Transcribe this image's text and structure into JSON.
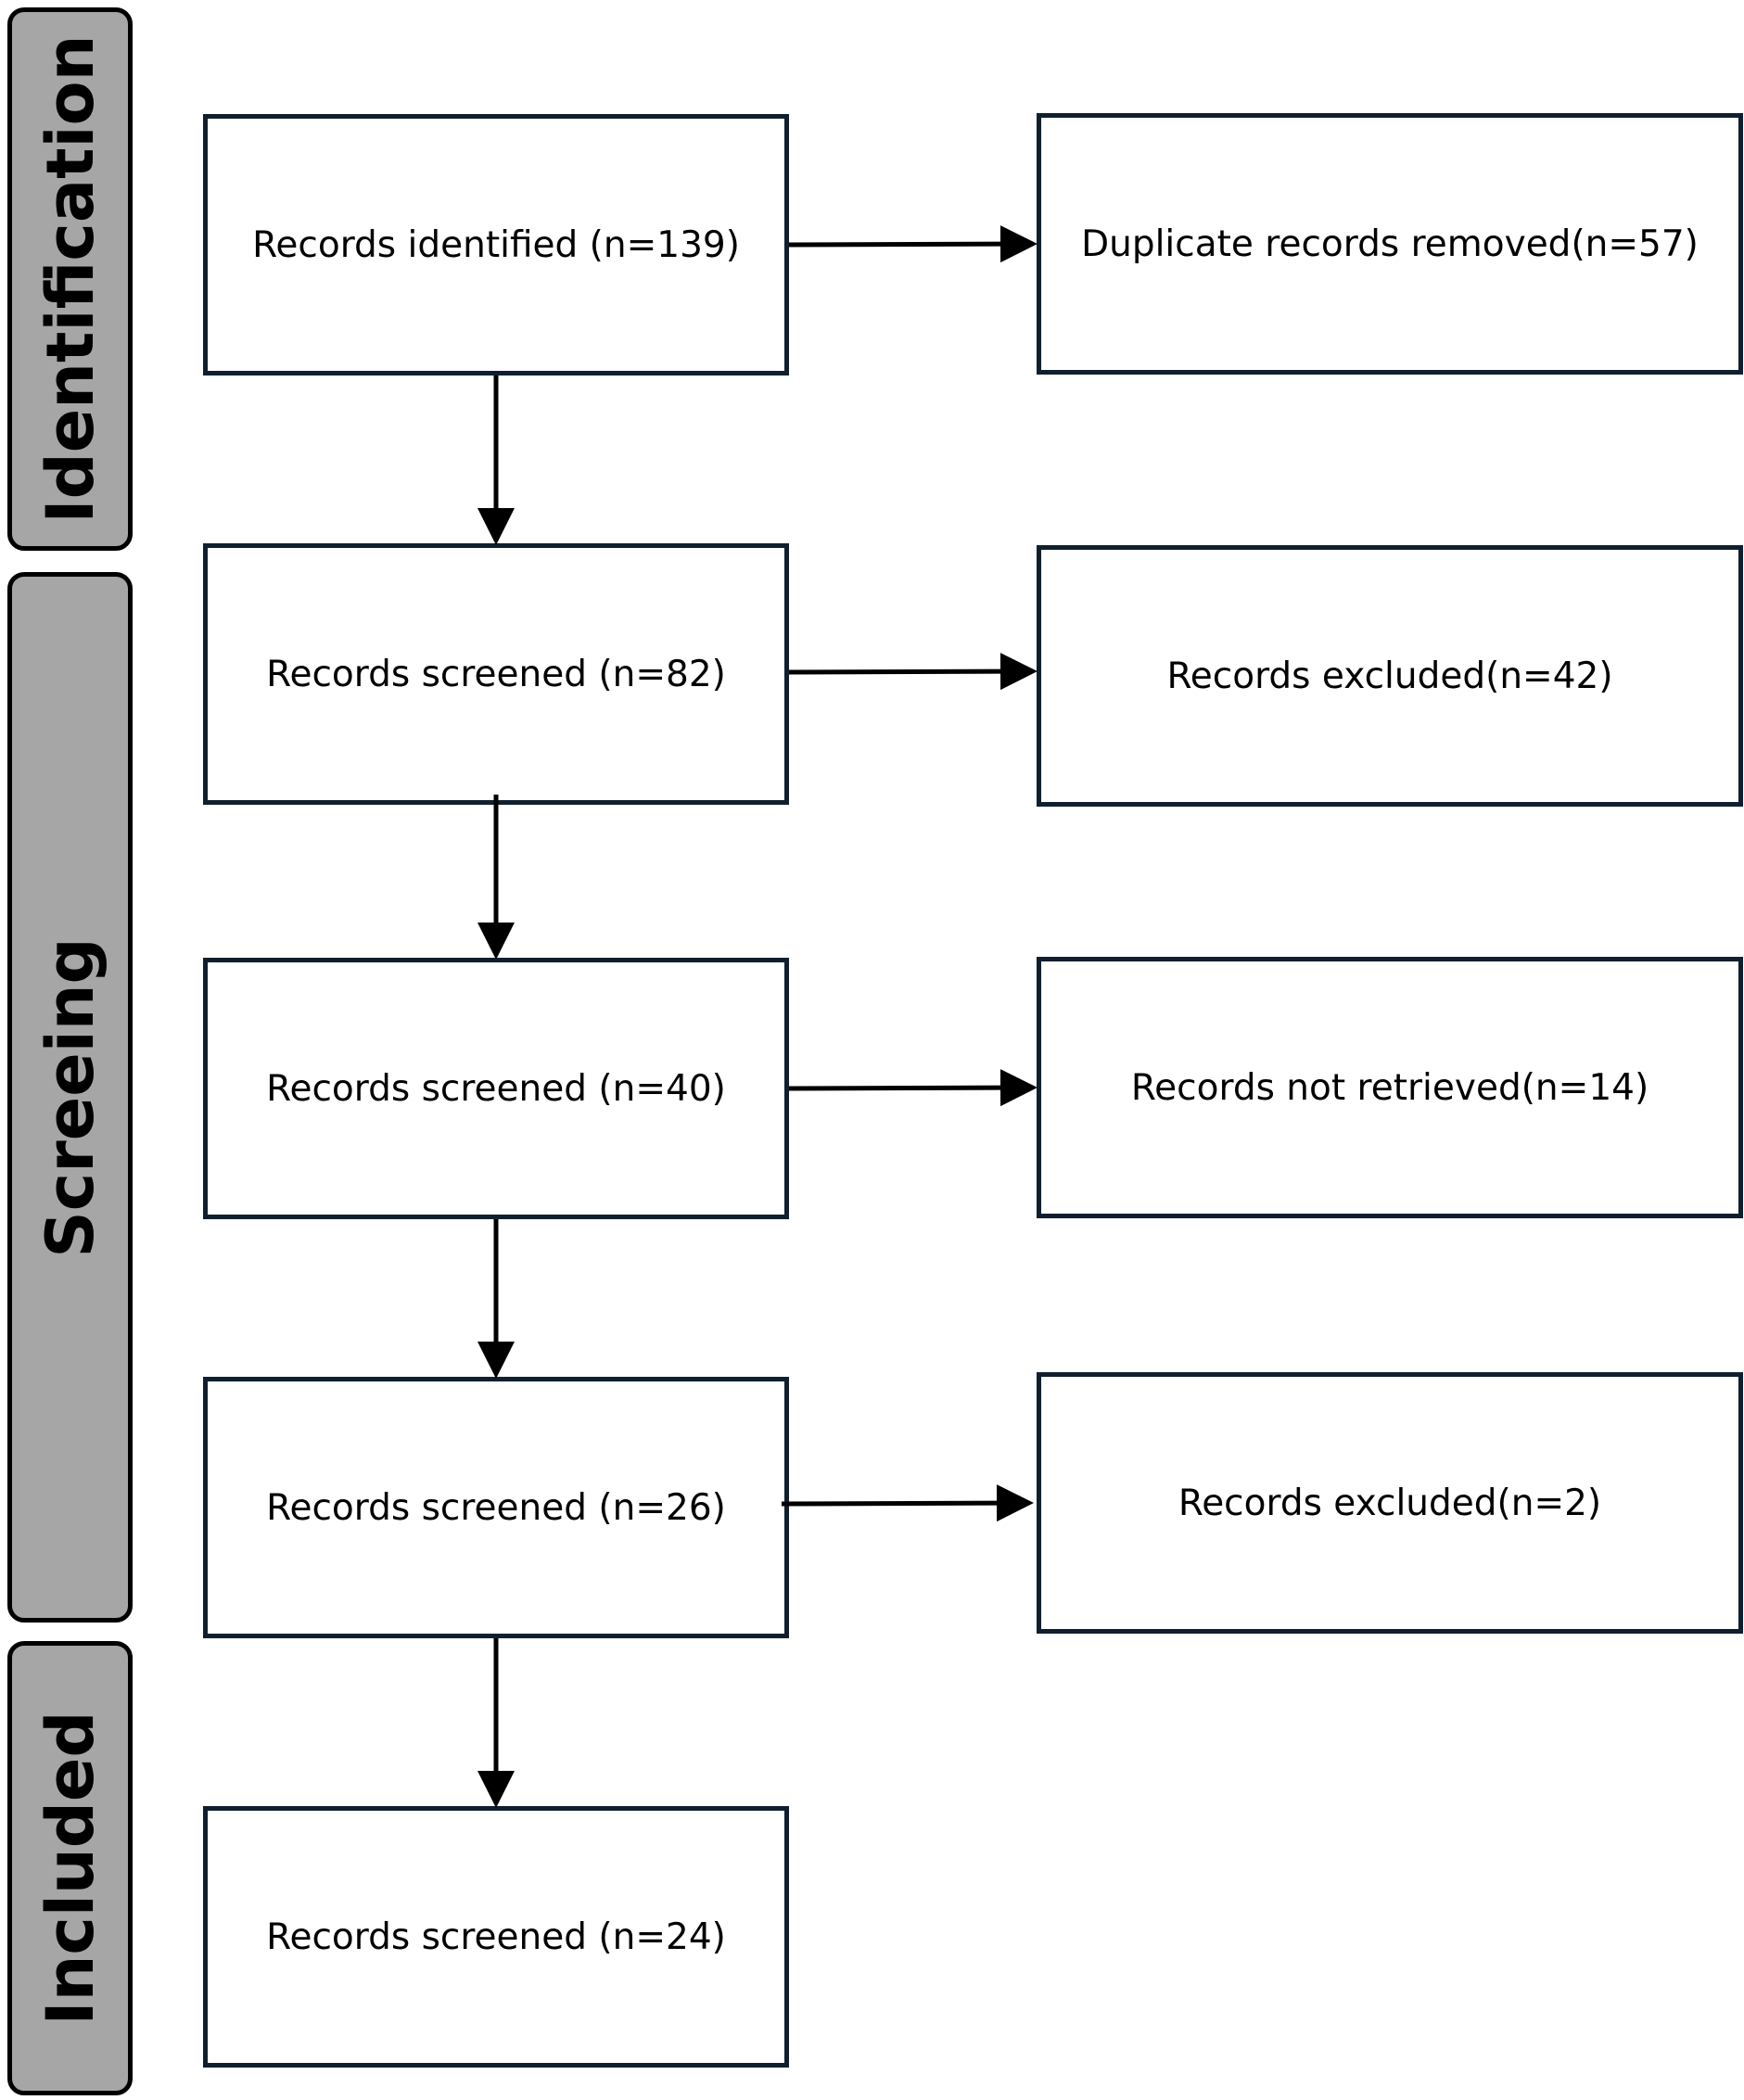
{
  "stages": {
    "identification": "Identification",
    "screening": "Screeing",
    "included": "Included"
  },
  "boxes": {
    "identified": "Records identified (n=139)",
    "duplicates_removed": "Duplicate records removed(n=57)",
    "screened_82": "Records screened (n=82)",
    "excluded_42": "Records excluded(n=42)",
    "screened_40": "Records screened (n=40)",
    "not_retrieved_14": "Records not retrieved(n=14)",
    "screened_26": "Records screened (n=26)",
    "excluded_2": "Records excluded(n=2)",
    "screened_24": "Records screened (n=24)"
  },
  "colors": {
    "stage_fill": "#a6a6a6",
    "box_border": "#0f1f2e",
    "arrow": "#000000"
  }
}
